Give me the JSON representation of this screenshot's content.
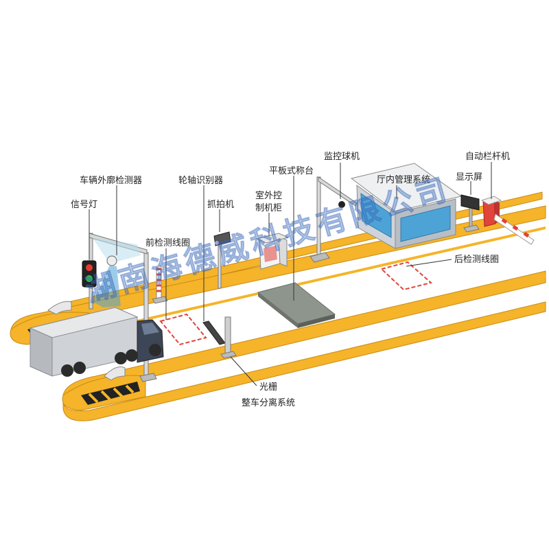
{
  "labels": {
    "signal_light": "信号灯",
    "contour_detector": "车辆外廓检测器",
    "front_loop": "前检测线圈",
    "axle_detector": "轮轴识别器",
    "capture_camera": "抓拍机",
    "control_cabinet_line1": "室外控",
    "control_cabinet_line2": "制机柜",
    "platform_scale": "平板式称台",
    "dome_camera": "监控球机",
    "booth_system": "厅内管理系统",
    "barrier": "自动栏杆机",
    "display": "显示屏",
    "rear_loop": "后检测线圈",
    "light_curtain": "光栅",
    "separation_system": "整车分离系统"
  },
  "watermark": "湖南海德威科技有限公司",
  "colors": {
    "road_edge": "#f5b429",
    "road_edge_dark": "#d8901a",
    "loop": "#e0443a",
    "glass": "#4ea3d6",
    "scale": "#8e958c",
    "watermark": "#2f5fb0"
  }
}
